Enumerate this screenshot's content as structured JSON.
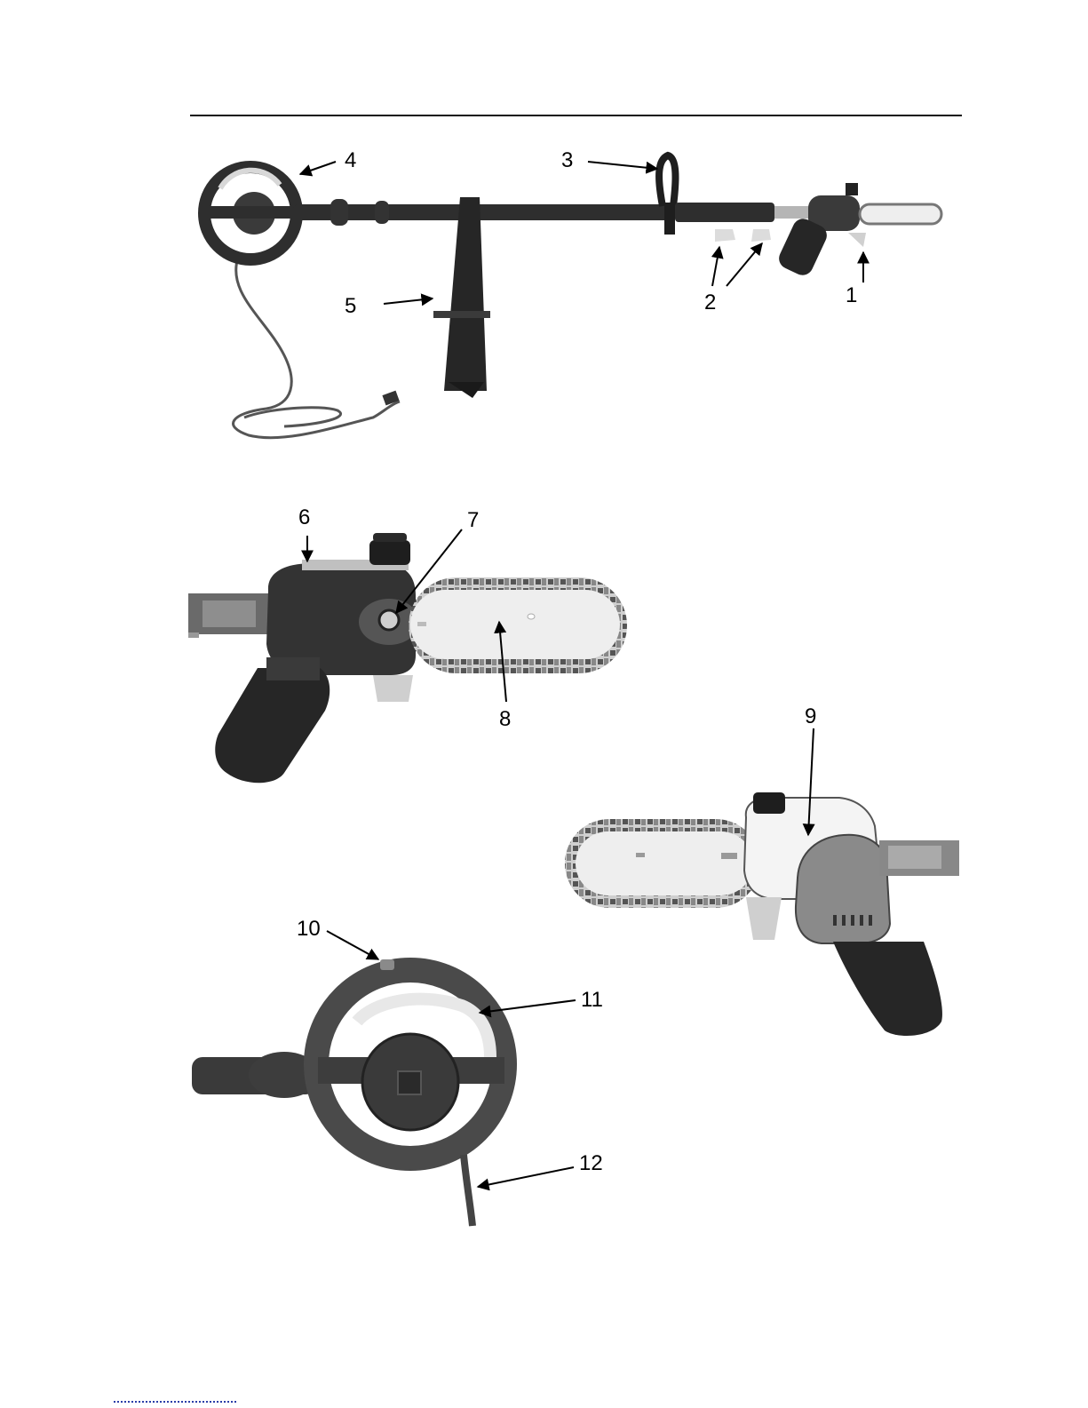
{
  "figure": {
    "callouts": [
      {
        "id": "1",
        "text": "1"
      },
      {
        "id": "2",
        "text": "2"
      },
      {
        "id": "3",
        "text": "3"
      },
      {
        "id": "4",
        "text": "4"
      },
      {
        "id": "5",
        "text": "5"
      },
      {
        "id": "6",
        "text": "6"
      },
      {
        "id": "7",
        "text": "7"
      },
      {
        "id": "8",
        "text": "8"
      },
      {
        "id": "9",
        "text": "9"
      },
      {
        "id": "10",
        "text": "10"
      },
      {
        "id": "11",
        "text": "11"
      },
      {
        "id": "12",
        "text": "12"
      }
    ]
  },
  "colors": {
    "ink": "#111111",
    "tool_dark": "#2e2e2e",
    "tool_mid": "#4a4a4a",
    "metal": "#9a9a9a",
    "bar": "#eeeeee",
    "housing_white": "#f4f4f4",
    "link_blue": "#2b3fa8"
  }
}
